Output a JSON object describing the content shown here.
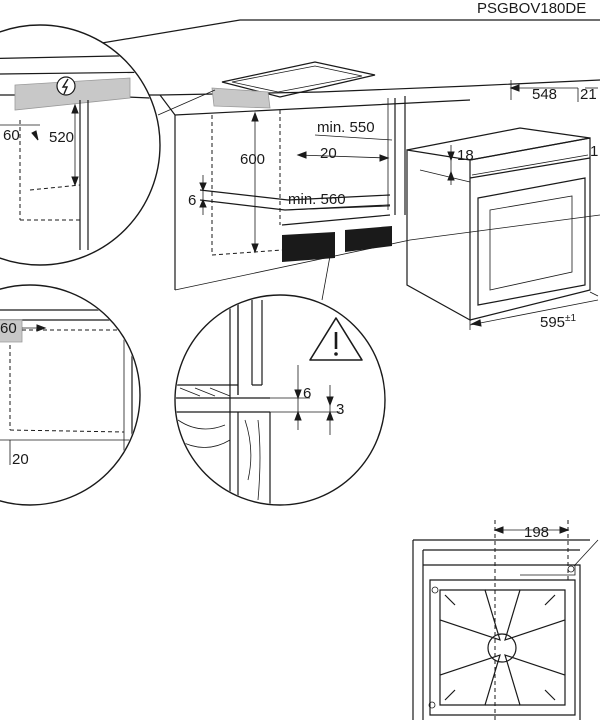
{
  "model_code": "PSGBOV180DE",
  "dimensions": {
    "d_60_top": "60",
    "d_520": "520",
    "d_600": "600",
    "d_min550": "min. 550",
    "d_20_top": "20",
    "d_6_left": "6",
    "d_min560": "min. 560",
    "d_548": "548",
    "d_21": "21",
    "d_18": "18",
    "d_1": "1",
    "d_595": "595",
    "d_595_tol": "±1",
    "d_60_mid": "60",
    "d_20_bottom": "20",
    "d_6_detail": "6",
    "d_3_detail": "3",
    "d_198": "198"
  },
  "icons": {
    "electric": "electric-hazard-icon",
    "warning": "warning-triangle-icon"
  },
  "colors": {
    "line": "#1a1a1a",
    "panel_gray": "#c8c8c8",
    "background": "#ffffff"
  }
}
